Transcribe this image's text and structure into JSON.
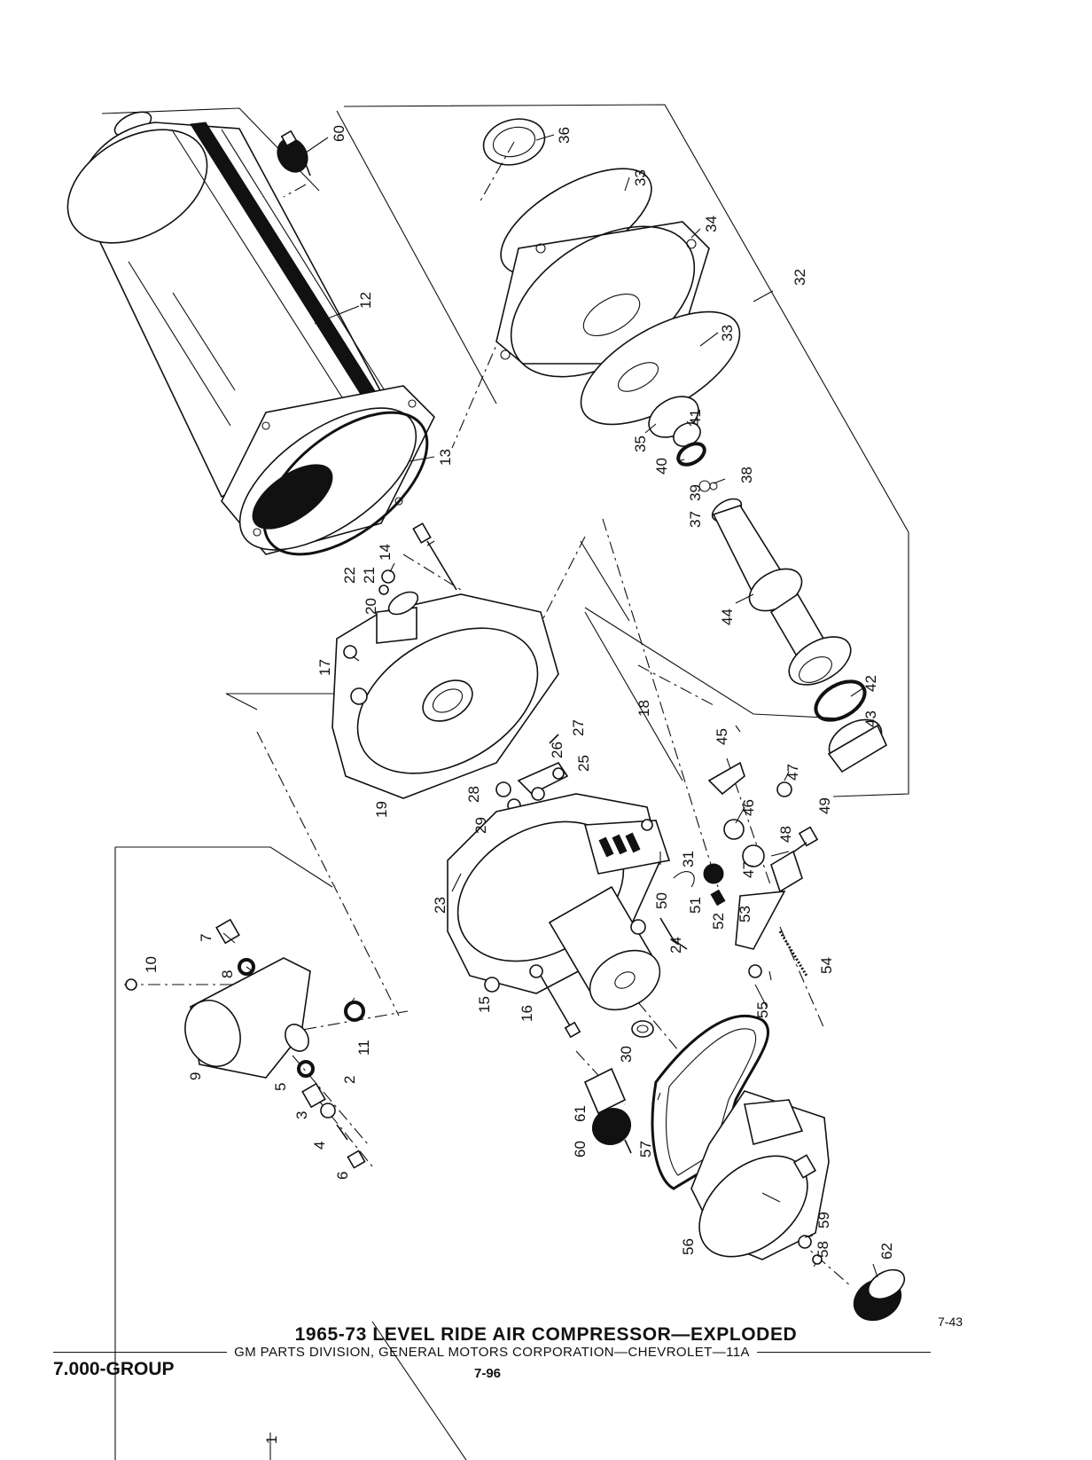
{
  "diagram": {
    "callouts": [
      "60",
      "36",
      "33",
      "34",
      "32",
      "12",
      "33",
      "41",
      "35",
      "40",
      "13",
      "38",
      "39",
      "37",
      "22",
      "21",
      "14",
      "20",
      "44",
      "17",
      "42",
      "18",
      "43",
      "45",
      "27",
      "26",
      "25",
      "47",
      "28",
      "19",
      "46",
      "29",
      "49",
      "48",
      "31",
      "47",
      "23",
      "50",
      "51",
      "52",
      "53",
      "24",
      "7",
      "10",
      "8",
      "15",
      "54",
      "55",
      "16",
      "11",
      "9",
      "30",
      "5",
      "2",
      "3",
      "4",
      "6",
      "61",
      "60",
      "57",
      "59",
      "58",
      "62",
      "56",
      "1"
    ]
  },
  "figure_number": "7-43",
  "title": "1965-73 LEVEL RIDE AIR COMPRESSOR—EXPLODED",
  "footer": {
    "source": "GM PARTS DIVISION, GENERAL MOTORS CORPORATION—CHEVROLET—11A",
    "group": "7.000-GROUP",
    "page": "7-96"
  }
}
